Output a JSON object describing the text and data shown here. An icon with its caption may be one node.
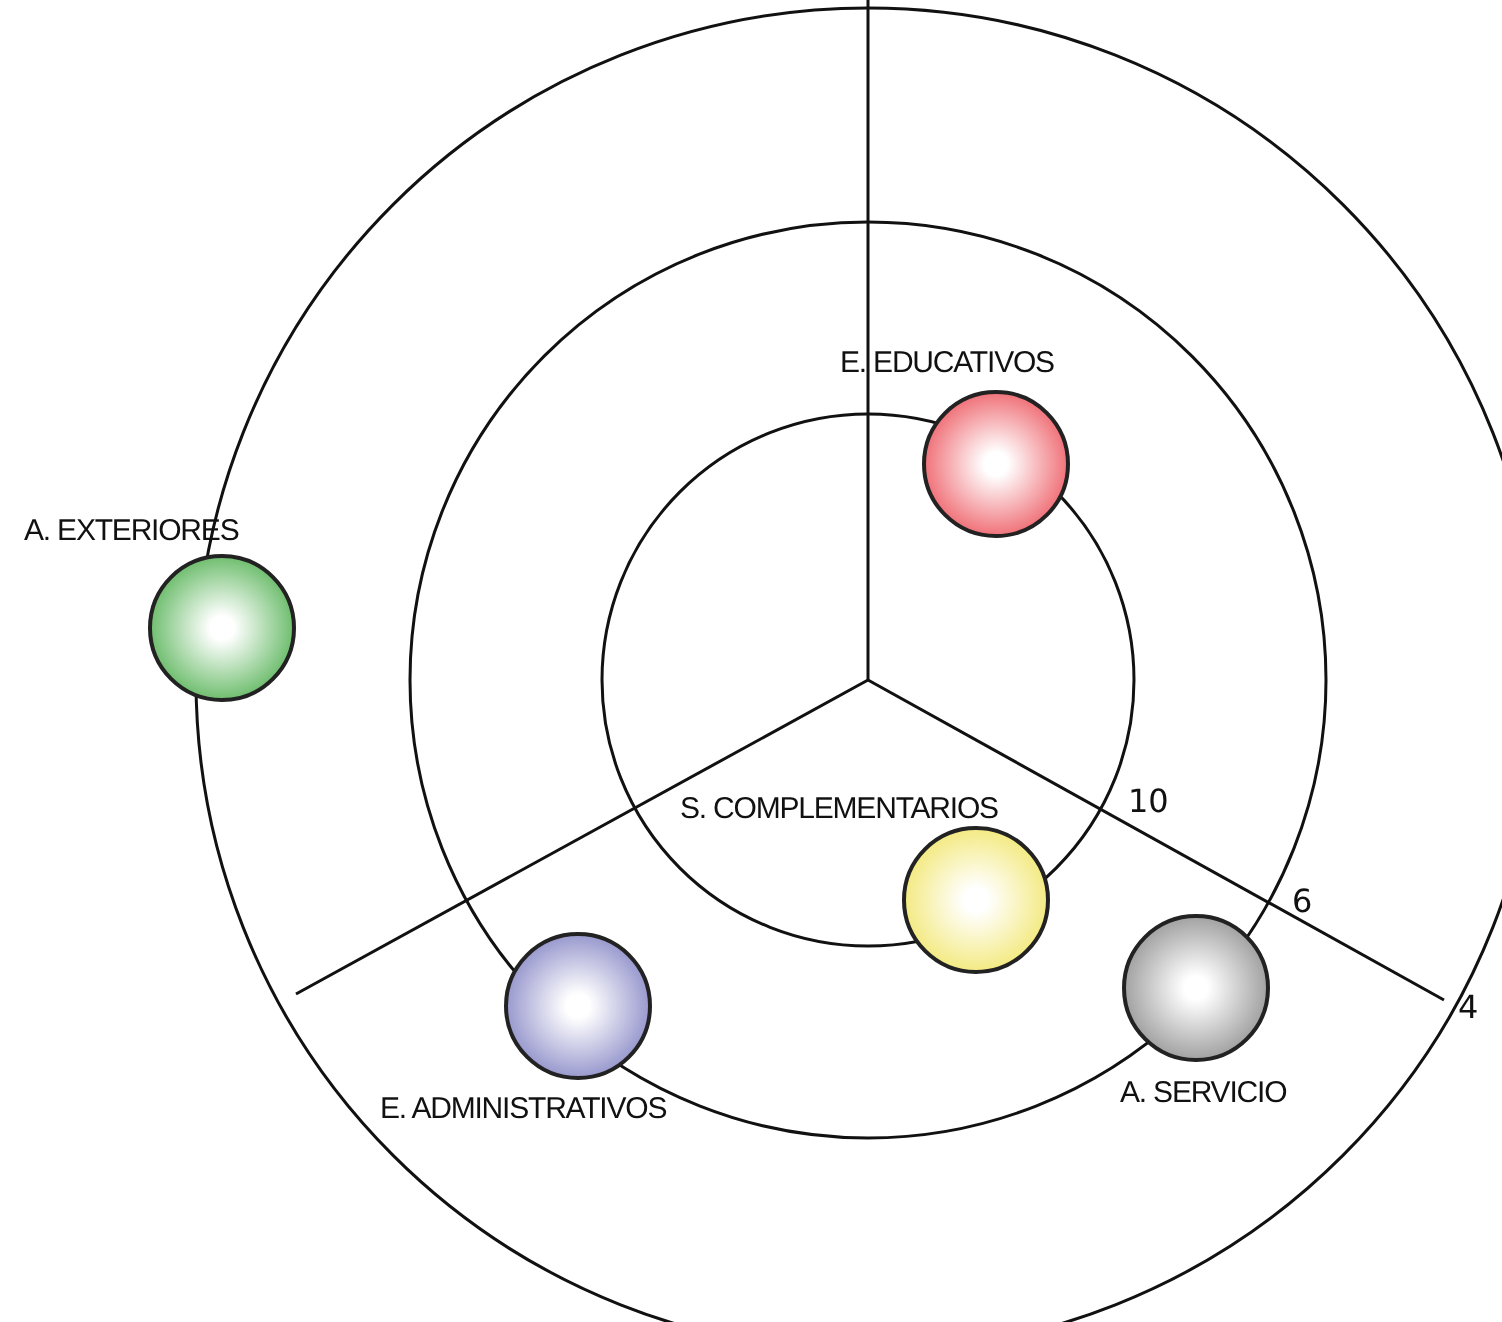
{
  "diagram": {
    "nodes": [
      {
        "text": [
          "E. EDUCATIVOS"
        ]
      },
      {
        "text": [
          "A. EXTERIORES"
        ]
      },
      {
        "text": [
          "S. COMPLEMENTARIOS"
        ]
      },
      {
        "text": [
          "A. SERVICIO"
        ]
      },
      {
        "text": [
          "E. ADMINISTRATIVOS"
        ]
      }
    ],
    "labels": [
      "10",
      "6",
      "4"
    ]
  }
}
